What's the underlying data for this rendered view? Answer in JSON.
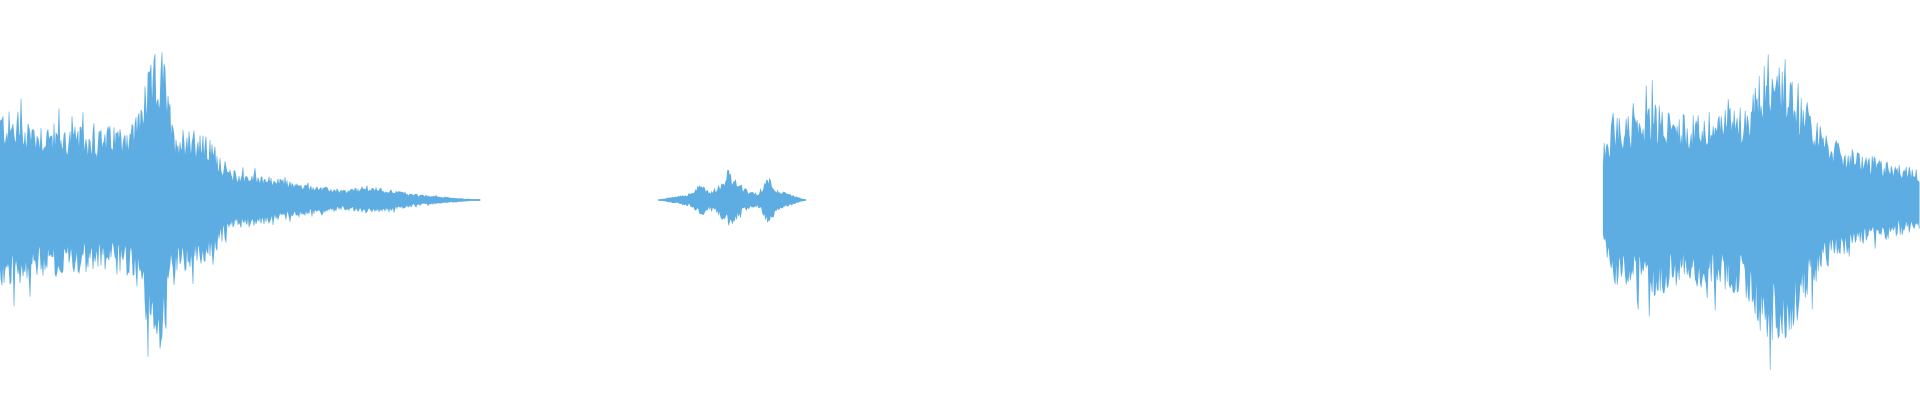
{
  "waveform": {
    "color": "#5dade2",
    "background": "#ffffff",
    "duration_visible": 1.0,
    "segments": [
      {
        "start": 0.0,
        "end": 0.25,
        "envelope": [
          [
            0.0,
            0.55
          ],
          [
            0.01,
            0.5
          ],
          [
            0.03,
            0.45
          ],
          [
            0.05,
            0.42
          ],
          [
            0.07,
            0.48
          ],
          [
            0.08,
            0.86
          ],
          [
            0.085,
            0.9
          ],
          [
            0.09,
            0.45
          ],
          [
            0.1,
            0.42
          ],
          [
            0.11,
            0.36
          ],
          [
            0.12,
            0.18
          ],
          [
            0.14,
            0.14
          ],
          [
            0.16,
            0.09
          ],
          [
            0.18,
            0.06
          ],
          [
            0.19,
            0.08
          ],
          [
            0.2,
            0.07
          ],
          [
            0.22,
            0.03
          ],
          [
            0.25,
            0.0
          ]
        ]
      },
      {
        "start": 0.343,
        "end": 0.42,
        "envelope": [
          [
            0.343,
            0.0
          ],
          [
            0.36,
            0.04
          ],
          [
            0.365,
            0.1
          ],
          [
            0.37,
            0.05
          ],
          [
            0.375,
            0.1
          ],
          [
            0.38,
            0.16
          ],
          [
            0.385,
            0.1
          ],
          [
            0.39,
            0.05
          ],
          [
            0.395,
            0.04
          ],
          [
            0.4,
            0.15
          ],
          [
            0.405,
            0.06
          ],
          [
            0.42,
            0.0
          ]
        ]
      },
      {
        "start": 0.835,
        "end": 1.0,
        "envelope": [
          [
            0.835,
            0.25
          ],
          [
            0.84,
            0.52
          ],
          [
            0.85,
            0.5
          ],
          [
            0.86,
            0.58
          ],
          [
            0.88,
            0.5
          ],
          [
            0.9,
            0.55
          ],
          [
            0.91,
            0.58
          ],
          [
            0.92,
            0.88
          ],
          [
            0.93,
            0.85
          ],
          [
            0.94,
            0.62
          ],
          [
            0.95,
            0.4
          ],
          [
            0.96,
            0.32
          ],
          [
            0.98,
            0.24
          ],
          [
            1.0,
            0.18
          ]
        ]
      }
    ]
  }
}
